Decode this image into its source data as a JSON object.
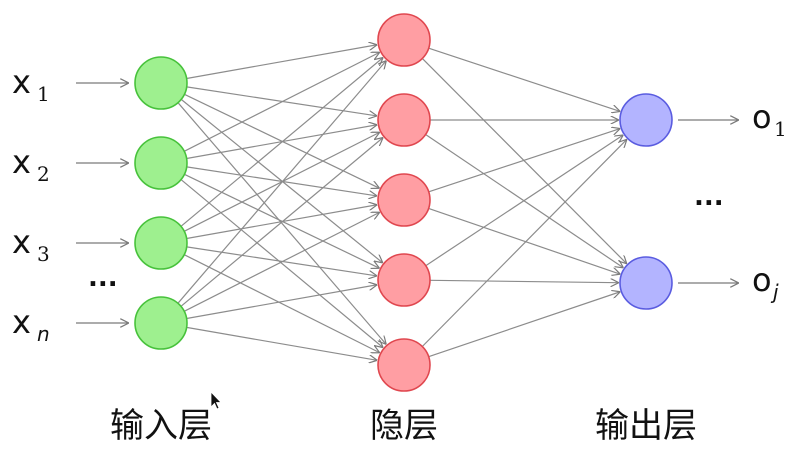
{
  "inputs": [
    {
      "base": "x",
      "sub": "1"
    },
    {
      "base": "x",
      "sub": "2"
    },
    {
      "base": "x",
      "sub": "3"
    },
    {
      "base": "x",
      "sub": "n"
    }
  ],
  "outputs": [
    {
      "base": "o",
      "sub": "1"
    },
    {
      "base": "o",
      "sub": "j"
    }
  ],
  "ellipsis_inputs": "...",
  "ellipsis_outputs": "...",
  "layers": {
    "input": "输入层",
    "hidden": "隐层",
    "output": "输出层"
  },
  "counts": {
    "input": 4,
    "hidden": 5,
    "output": 2
  },
  "colors": {
    "input_fill": "#9ef08f",
    "hidden_fill": "#ff9ea3",
    "output_fill": "#b3b4ff",
    "edge": "#8c8c8c"
  }
}
